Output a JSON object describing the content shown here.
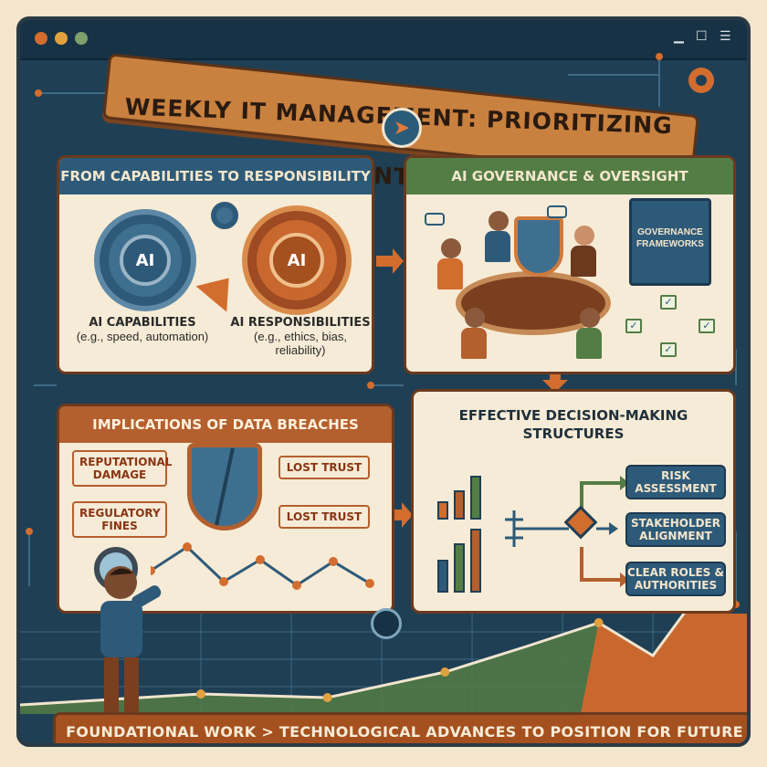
{
  "window": {
    "controls": [
      "minimize-icon",
      "maximize-icon",
      "menu-icon"
    ]
  },
  "banner": {
    "title": "WEEKLY IT MANAGEMENT: PRIORITIZING ACCOUNTABILITY"
  },
  "panels": {
    "capabilities": {
      "title": "FROM CAPABILITIES TO RESPONSIBILITY",
      "gear_left_label": "AI",
      "gear_right_label": "AI",
      "left_caption_title": "AI CAPABILITIES",
      "left_caption_detail": "(e.g., speed, automation)",
      "right_caption_title": "AI RESPONSIBILITIES",
      "right_caption_detail": "(e.g., ethics, bias, reliability)"
    },
    "governance": {
      "title": "AI GOVERNANCE & OVERSIGHT",
      "book_label": "GOVERNANCE FRAMEWORKS"
    },
    "breaches": {
      "title": "IMPLICATIONS OF DATA BREACHES",
      "tags": [
        "REPUTATIONAL DAMAGE",
        "REGULATORY FINES",
        "LOST TRUST",
        "LOST TRUST"
      ]
    },
    "decision": {
      "title": "EFFECTIVE DECISION-MAKING STRUCTURES",
      "outcomes": [
        "RISK ASSESSMENT",
        "STAKEHOLDER ALIGNMENT",
        "CLEAR ROLES & AUTHORITIES"
      ]
    }
  },
  "footer": {
    "text": "FOUNDATIONAL WORK > TECHNOLOGICAL ADVANCES TO POSITION FOR FUTURE GROWTH"
  },
  "colors": {
    "navy": "#1f3f55",
    "cream": "#f6ebd6",
    "rust": "#b45f2e",
    "orange": "#d26d2e",
    "green": "#537d45",
    "blue": "#2e5a79"
  }
}
